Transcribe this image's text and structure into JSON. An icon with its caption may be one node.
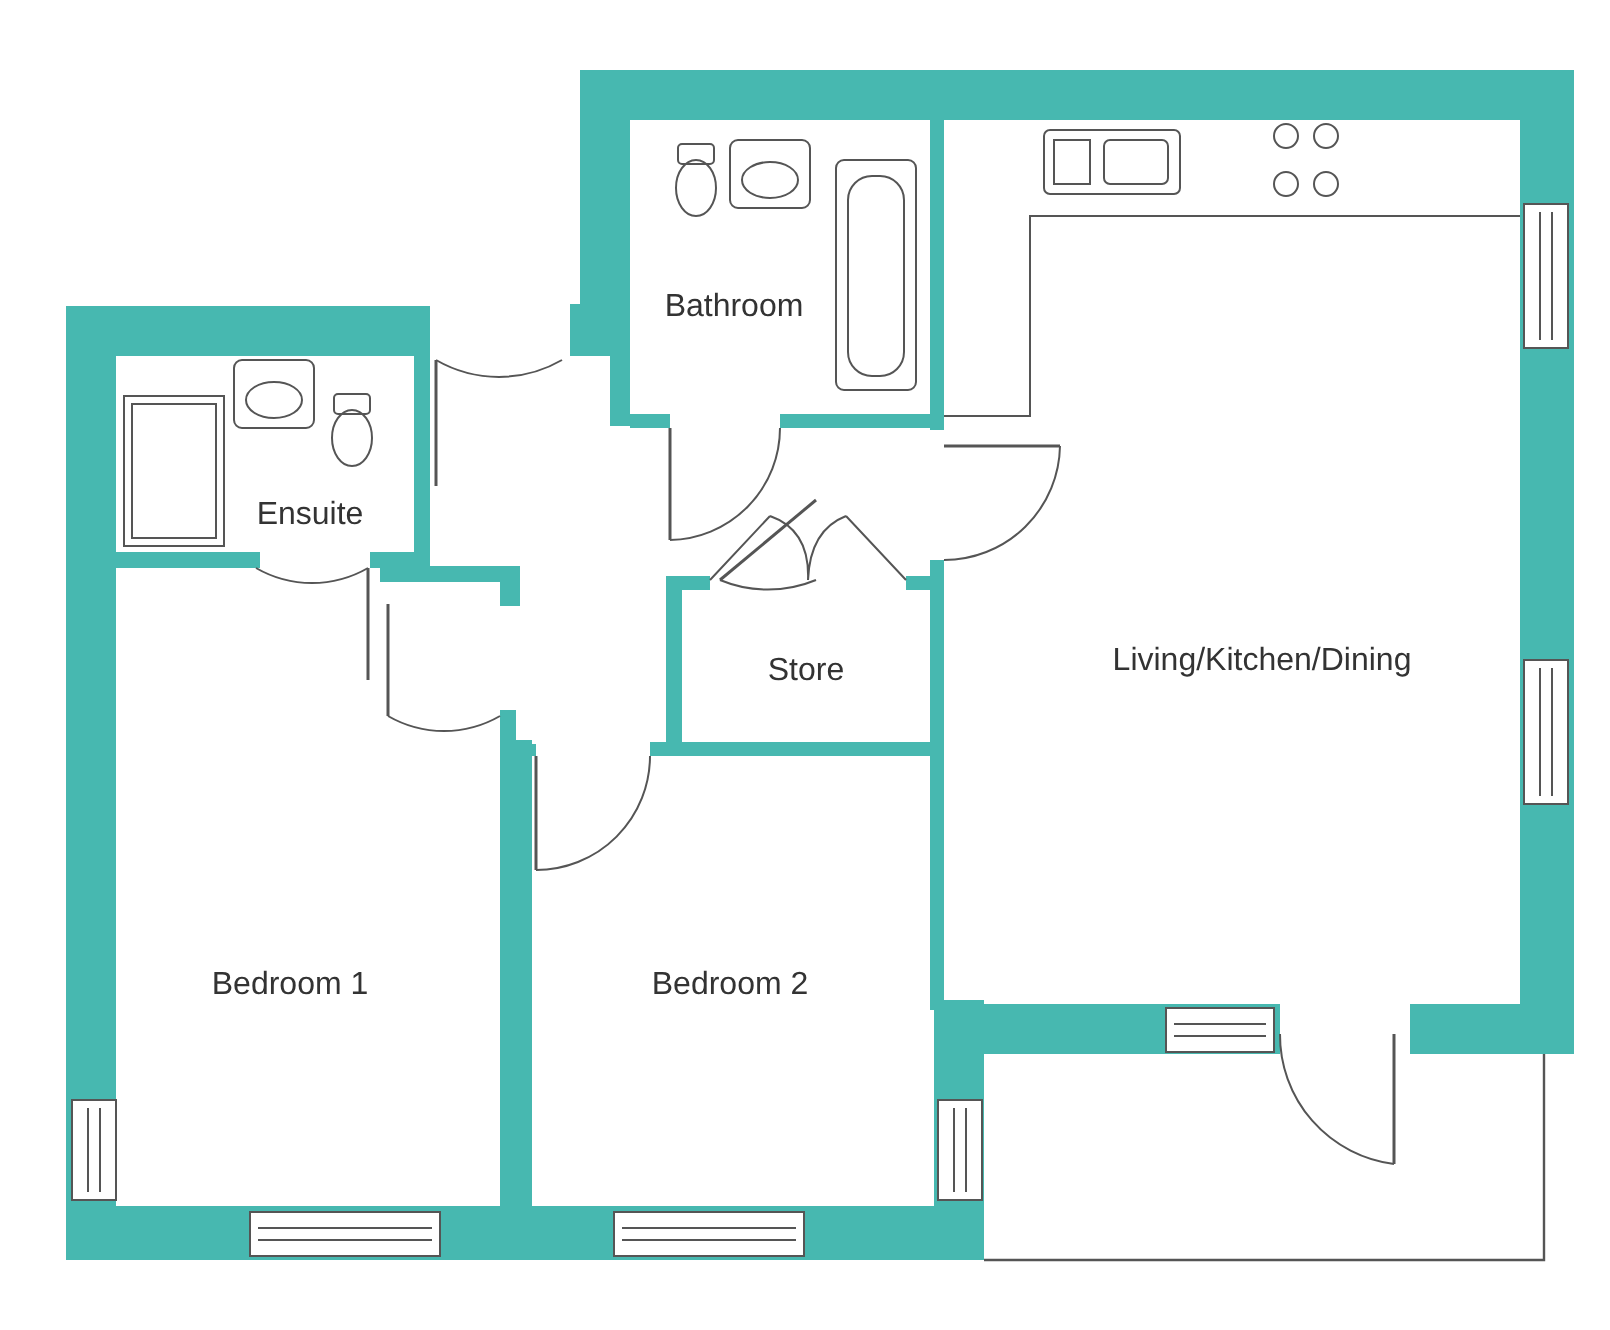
{
  "diagram": {
    "nodes": [
      {
        "text": [
          "Bathroom"
        ]
      },
      {
        "text": [
          "Ensuite"
        ]
      },
      {
        "text": [
          "Store"
        ]
      },
      {
        "text": [
          "Living/Kitchen/Dining"
        ]
      },
      {
        "text": [
          "Bedroom 1"
        ]
      },
      {
        "text": [
          "Bedroom 2"
        ]
      }
    ]
  }
}
